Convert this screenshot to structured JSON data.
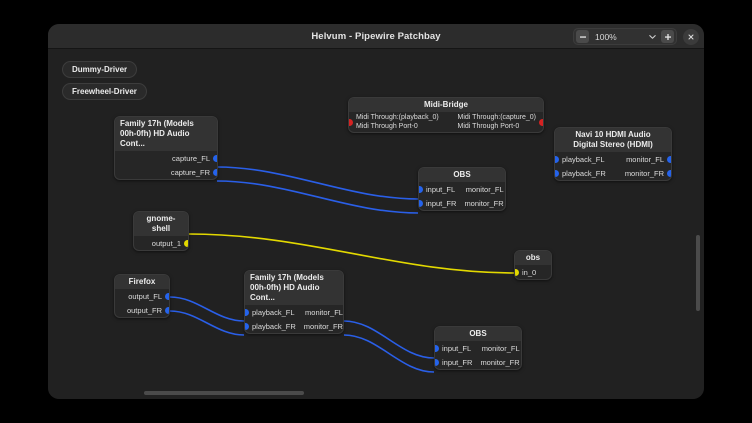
{
  "window": {
    "title": "Helvum - Pipewire Patchbay",
    "zoom_level": "100%",
    "zoom_out_icon": "minus-icon",
    "zoom_in_icon": "plus-icon",
    "zoom_dropdown_icon": "chevron-down-icon",
    "close_icon": "close-icon"
  },
  "colors": {
    "audio_port": "#2563eb",
    "video_port": "#e3d900",
    "midi_port": "#d52222",
    "audio_link": "#2a5fe8",
    "video_link": "#e3d900",
    "canvas_bg": "#212121",
    "node_bg": "#262626",
    "node_header_bg": "#333333",
    "titlebar_bg": "#2c2c2c"
  },
  "drivers": [
    {
      "label": "Dummy-Driver"
    },
    {
      "label": "Freewheel-Driver"
    }
  ],
  "nodes": [
    {
      "id": "family17h-capture",
      "title": "Family 17h (Models\n00h-0fh) HD Audio Cont...",
      "inputs": [],
      "outputs": [
        "capture_FL",
        "capture_FR"
      ]
    },
    {
      "id": "midi-bridge",
      "title": "Midi-Bridge",
      "inputs": [
        "Midi Through:(playback_0)\nMidi Through Port-0"
      ],
      "outputs": [
        "Midi Through:(capture_0)\nMidi Through Port-0"
      ]
    },
    {
      "id": "obs-top",
      "title": "OBS",
      "inputs": [
        "input_FL",
        "input_FR"
      ],
      "outputs": [
        "monitor_FL",
        "monitor_FR"
      ]
    },
    {
      "id": "navi10-hdmi",
      "title": "Navi 10 HDMI Audio\nDigital Stereo (HDMI)",
      "inputs": [
        "playback_FL",
        "playback_FR"
      ],
      "outputs": [
        "monitor_FL",
        "monitor_FR"
      ]
    },
    {
      "id": "gnome-shell",
      "title": "gnome-shell",
      "inputs": [],
      "outputs": [
        "output_1"
      ]
    },
    {
      "id": "obs-video",
      "title": "obs",
      "inputs": [
        "in_0"
      ],
      "outputs": []
    },
    {
      "id": "firefox",
      "title": "Firefox",
      "inputs": [],
      "outputs": [
        "output_FL",
        "output_FR"
      ]
    },
    {
      "id": "family17h-playback",
      "title": "Family 17h (Models\n00h-0fh) HD Audio Cont...",
      "inputs": [
        "playback_FL",
        "playback_FR"
      ],
      "outputs": [
        "monitor_FL",
        "monitor_FR"
      ]
    },
    {
      "id": "obs-bottom",
      "title": "OBS",
      "inputs": [
        "input_FL",
        "input_FR"
      ],
      "outputs": [
        "monitor_FL",
        "monitor_FR"
      ]
    }
  ]
}
